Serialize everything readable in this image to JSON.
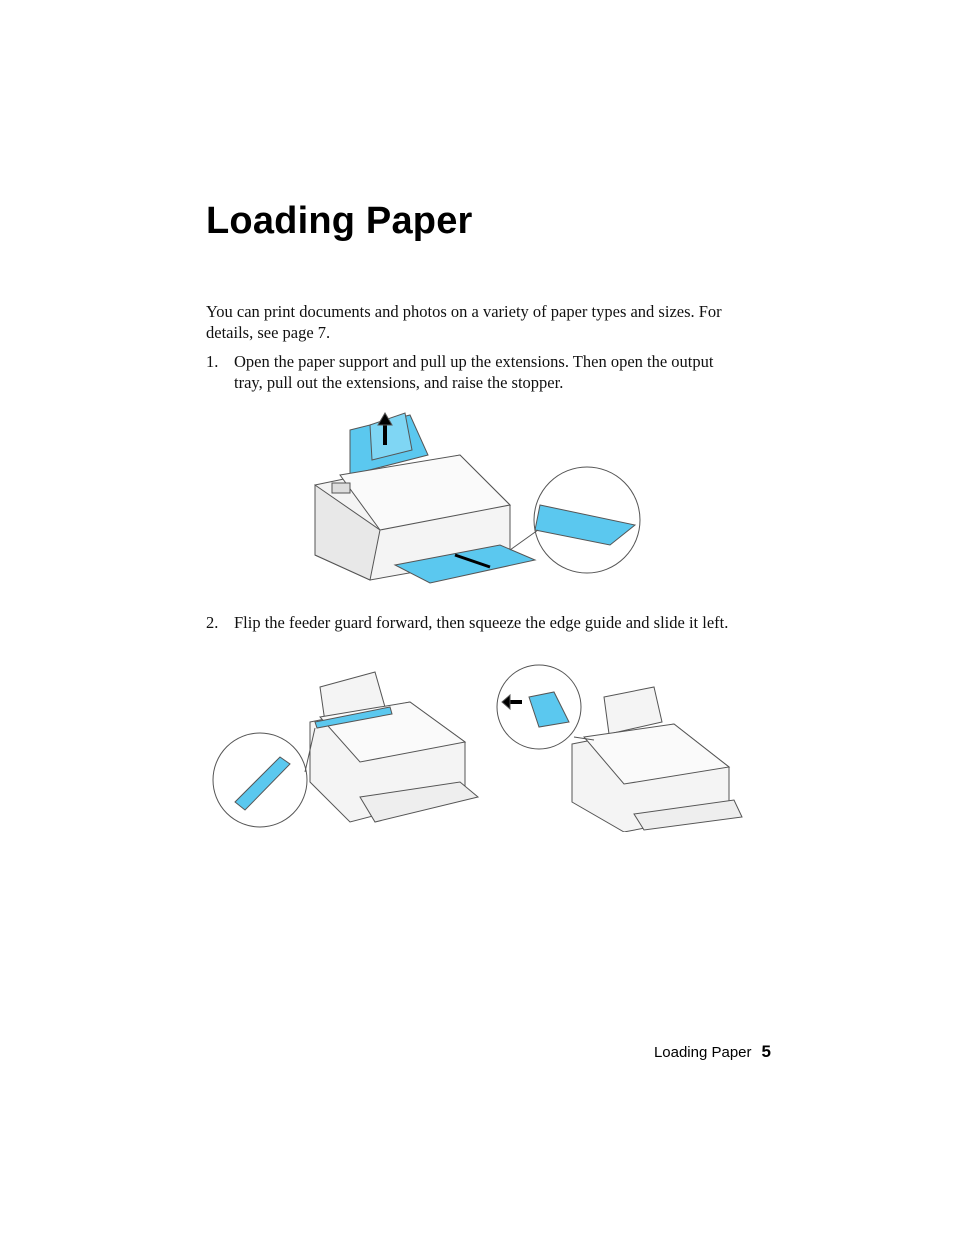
{
  "title": "Loading Paper",
  "intro": "You can print documents and photos on a variety of paper types and sizes. For details, see page 7.",
  "steps": [
    {
      "number": "1.",
      "text": "Open the paper support and pull up the extensions. Then open the output tray, pull out the extensions, and raise the stopper."
    },
    {
      "number": "2.",
      "text": "Flip the feeder guard forward, then squeeze the edge guide and slide it left."
    }
  ],
  "footer": {
    "section": "Loading Paper",
    "page_number": "5"
  },
  "colors": {
    "highlight": "#5bc8ef",
    "outline": "#555555",
    "body": "#f4f4f4"
  }
}
